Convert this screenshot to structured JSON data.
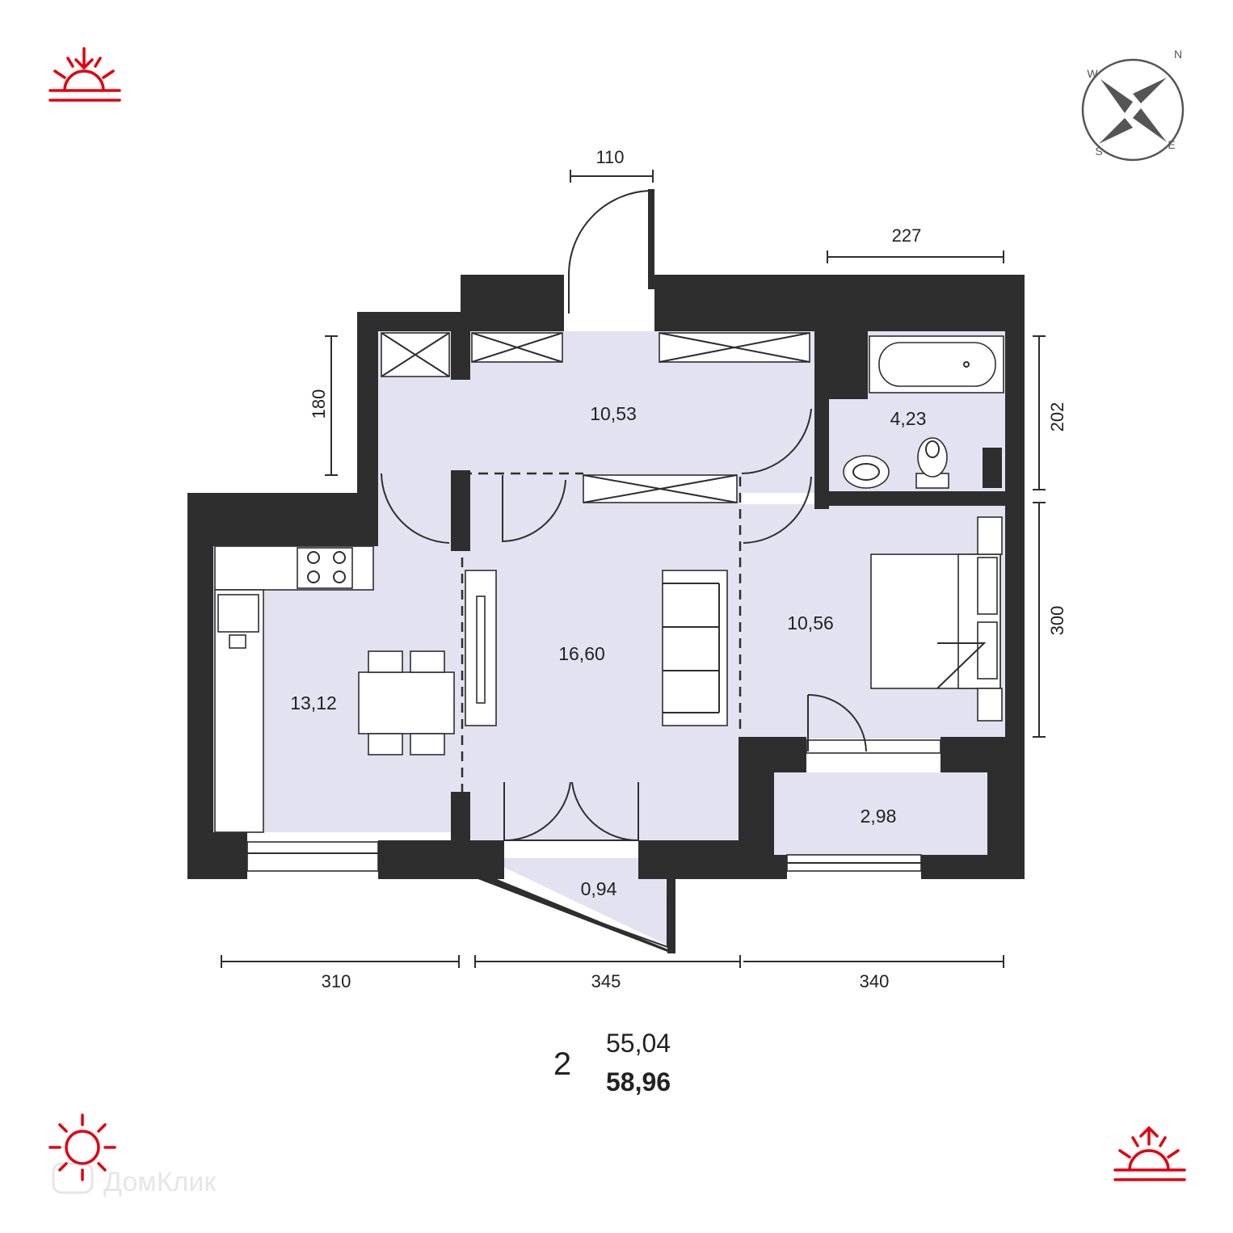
{
  "plan": {
    "rooms": {
      "hall": "10,53",
      "bathroom": "4,23",
      "kitchen": "13,12",
      "living": "16,60",
      "bedroom": "10,56",
      "loggia": "2,98",
      "balcony": "0,94"
    },
    "dimensions": {
      "door_width": "110",
      "bath_width": "227",
      "hall_height": "180",
      "bath_height": "202",
      "bedroom_height": "300",
      "kitchen_width": "310",
      "living_width": "345",
      "bedroom_width": "340"
    },
    "summary": {
      "rooms_count": "2",
      "living_area": "55,04",
      "total_area": "58,96"
    },
    "compass": {
      "n": "N",
      "e": "E",
      "s": "S",
      "w": "W"
    },
    "icons": {
      "sunset_top_left": "sunset-icon",
      "sun_bottom_left": "sun-icon",
      "sunrise_bottom_right": "sunrise-icon",
      "compass": "compass-icon"
    },
    "watermark": "ДомКлик",
    "colors": {
      "wall": "#2e2e2e",
      "floor": "#e3e2f0",
      "sun": "#e3000f"
    }
  }
}
